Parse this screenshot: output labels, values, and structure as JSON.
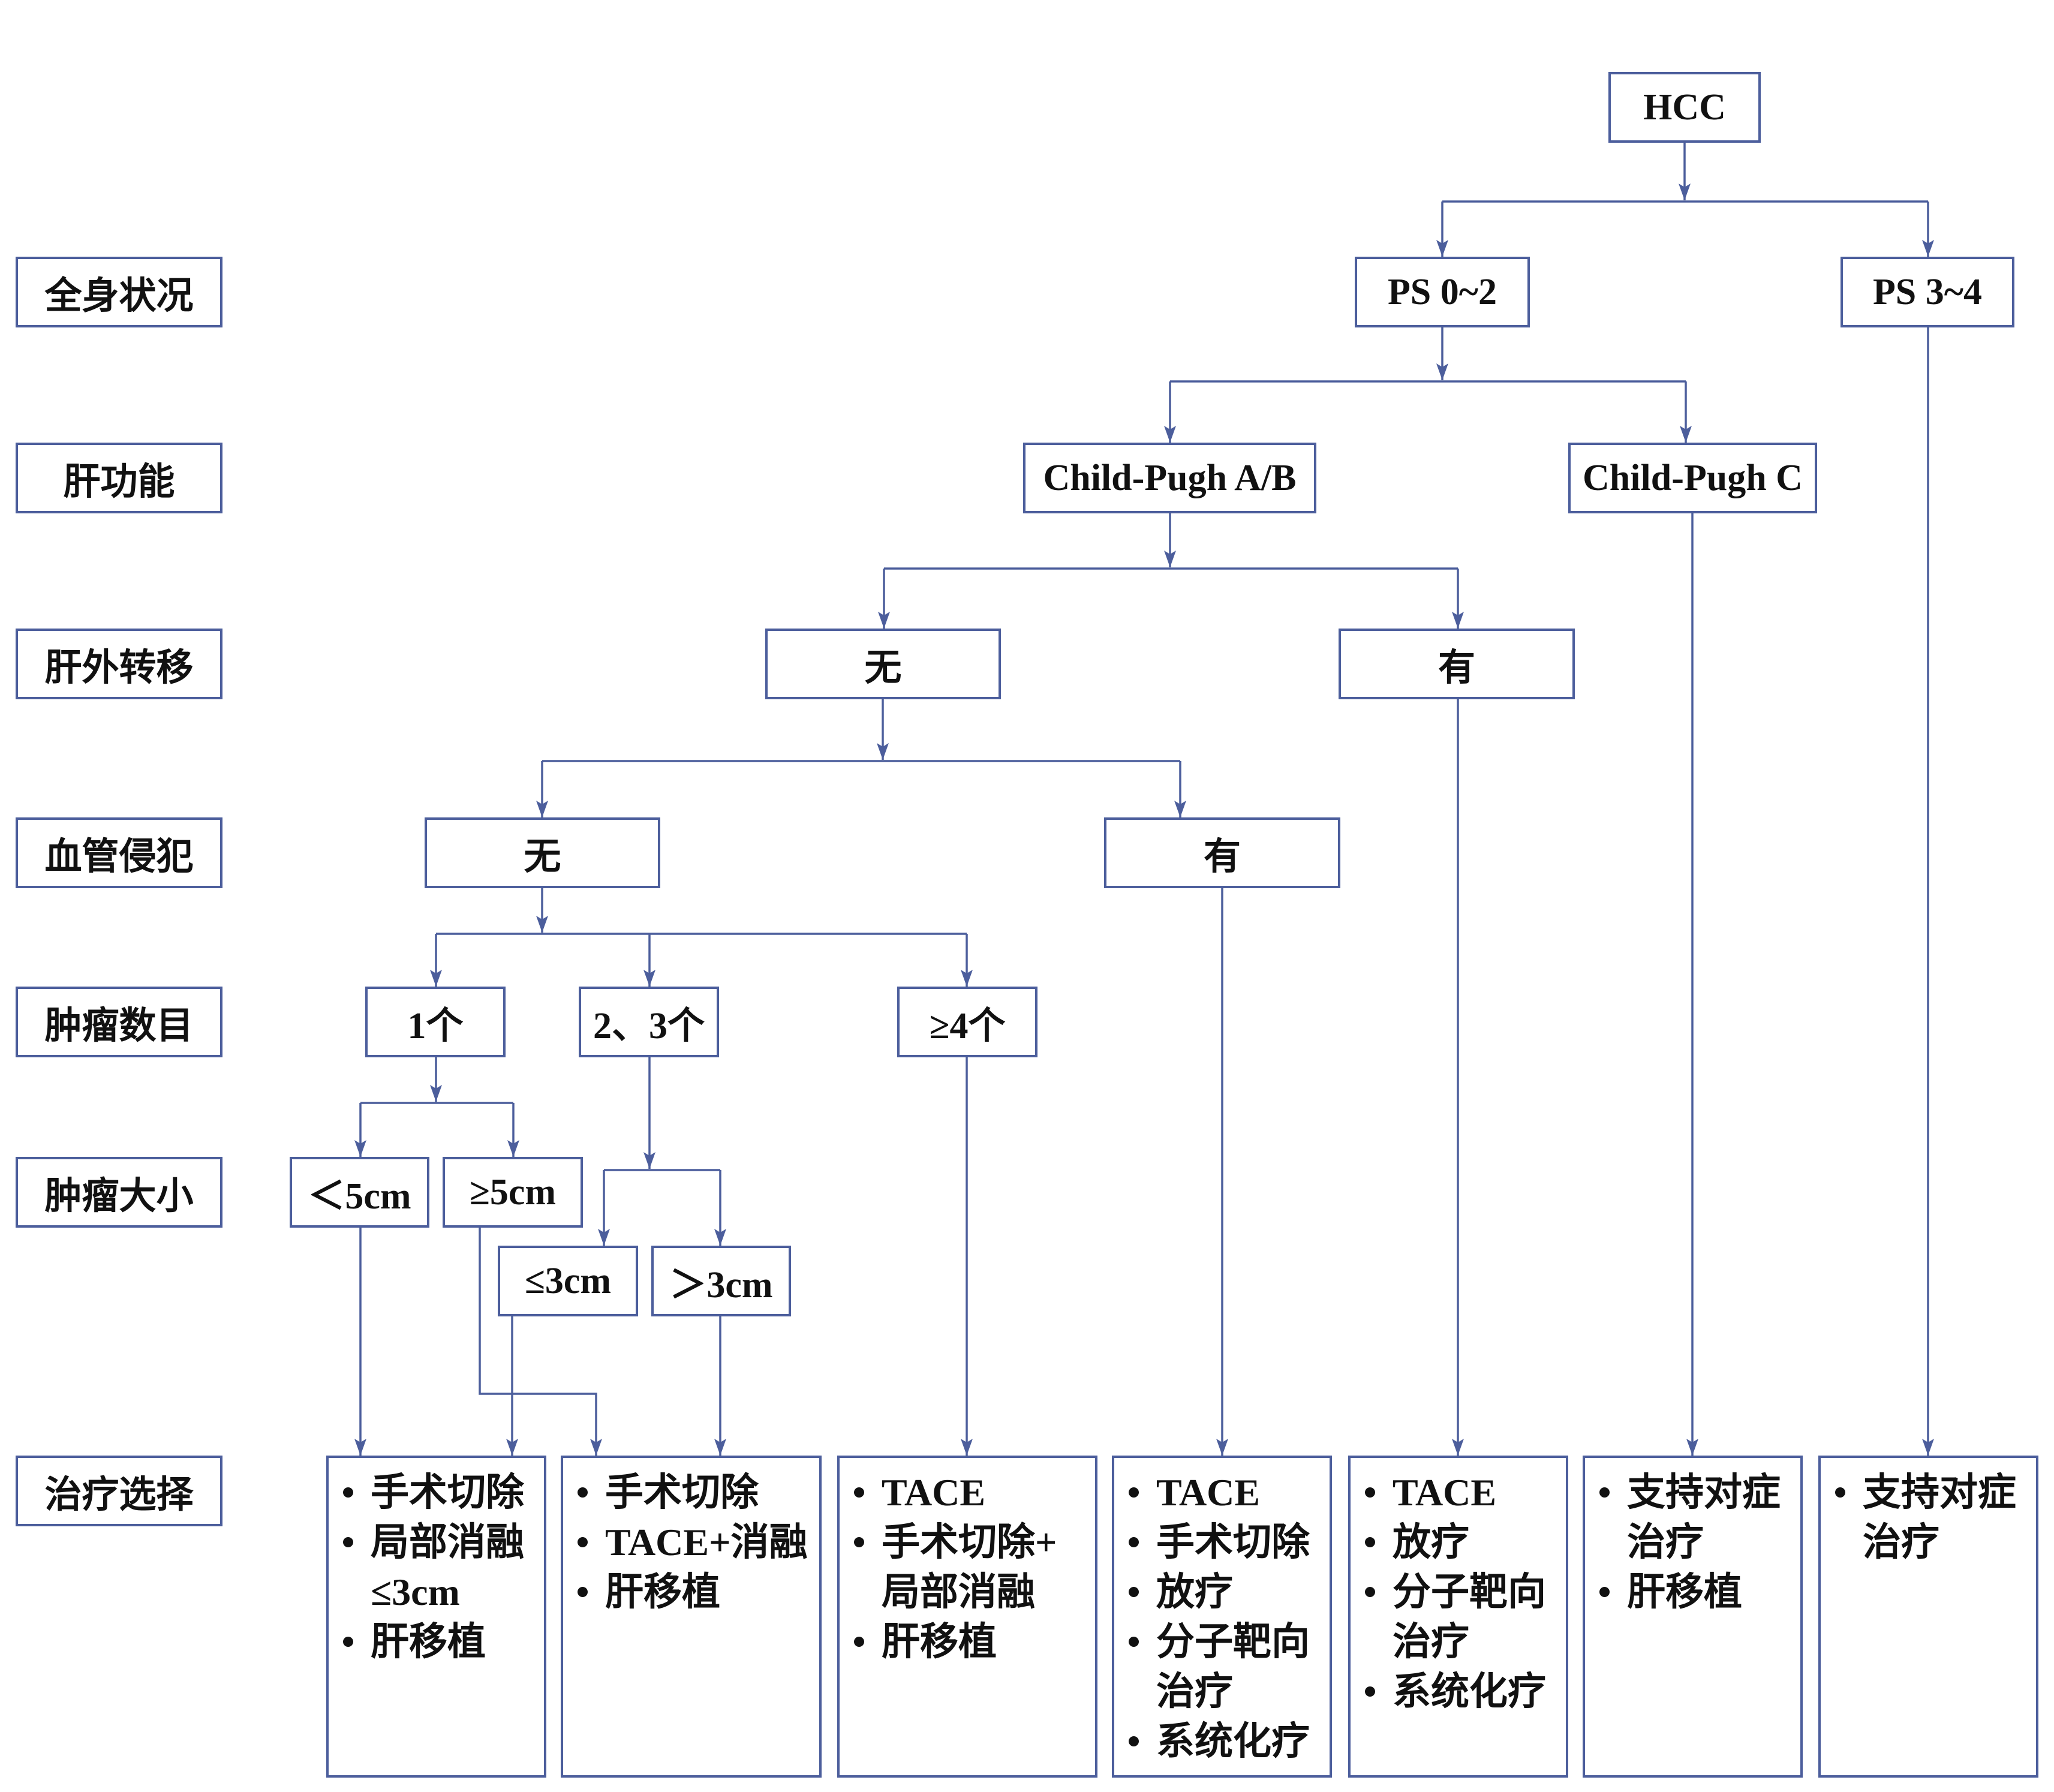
{
  "row_labels": {
    "general_status": "全身状况",
    "liver_function": "肝功能",
    "extrahepatic_metastasis": "肝外转移",
    "vascular_invasion": "血管侵犯",
    "tumor_number": "肿瘤数目",
    "tumor_size": "肿瘤大小",
    "treatment_choice": "治疗选择"
  },
  "nodes": {
    "root": "HCC",
    "ps_0_2": "PS 0~2",
    "ps_3_4": "PS 3~4",
    "child_pugh_ab": "Child-Pugh A/B",
    "child_pugh_c": "Child-Pugh C",
    "metastasis_no": "无",
    "metastasis_yes": "有",
    "vascular_no": "无",
    "vascular_yes": "有",
    "tumor_1": "1个",
    "tumor_2_3": "2、3个",
    "tumor_4plus": "≥4个",
    "size_lt5": "＜5cm",
    "size_ge5": "≥5cm",
    "size_le3": "≤3cm",
    "size_gt3": "＞3cm"
  },
  "treatments": [
    {
      "items": [
        [
          "手术切除"
        ],
        [
          "局部消融",
          "≤3cm"
        ],
        [
          "肝移植"
        ]
      ]
    },
    {
      "items": [
        [
          "手术切除"
        ],
        [
          "TACE+消融"
        ],
        [
          "肝移植"
        ]
      ]
    },
    {
      "items": [
        [
          "TACE"
        ],
        [
          "手术切除+",
          "局部消融"
        ],
        [
          "肝移植"
        ]
      ]
    },
    {
      "items": [
        [
          "TACE"
        ],
        [
          "手术切除"
        ],
        [
          "放疗"
        ],
        [
          "分子靶向",
          "治疗"
        ],
        [
          "系统化疗"
        ]
      ]
    },
    {
      "items": [
        [
          "TACE"
        ],
        [
          "放疗"
        ],
        [
          "分子靶向",
          "治疗"
        ],
        [
          "系统化疗"
        ]
      ]
    },
    {
      "items": [
        [
          "支持对症",
          "治疗"
        ],
        [
          "肝移植"
        ]
      ]
    },
    {
      "items": [
        [
          "支持对症",
          "治疗"
        ]
      ]
    }
  ],
  "colors": {
    "line": "#4c5e9c",
    "text": "#111111",
    "background": "#ffffff"
  }
}
